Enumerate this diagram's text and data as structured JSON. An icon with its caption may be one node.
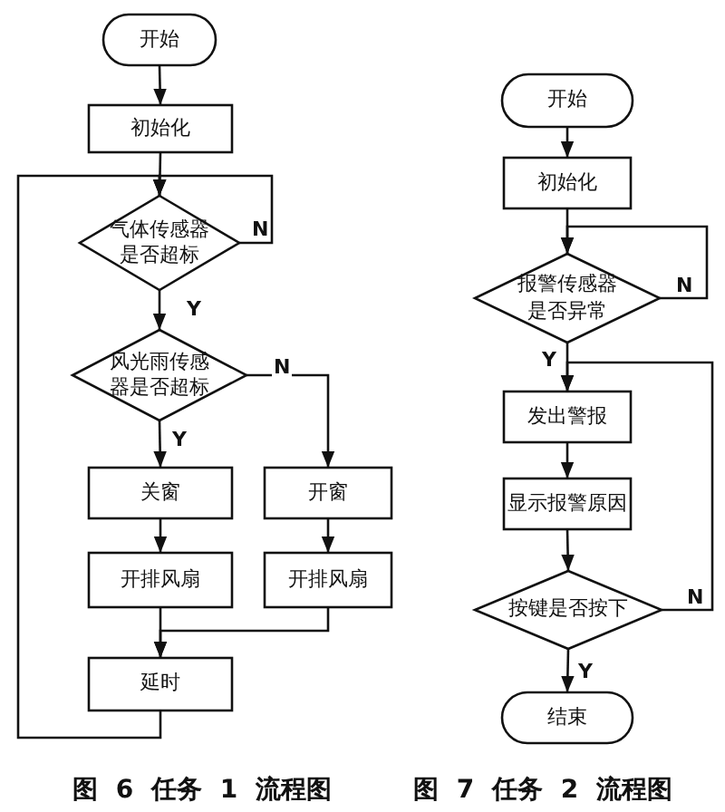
{
  "diagram": {
    "nodes": [
      {
        "text": [
          "开始"
        ]
      },
      {
        "text": [
          "初始化"
        ]
      },
      {
        "text": [
          "气体传感器是否超标"
        ]
      },
      {
        "text": [
          "风光雨传感器是否超标"
        ]
      },
      {
        "text": [
          "关窗"
        ]
      },
      {
        "text": [
          "开窗"
        ]
      },
      {
        "text": [
          "开排风扇"
        ]
      },
      {
        "text": [
          "开排风扇"
        ]
      },
      {
        "text": [
          "延时"
        ]
      },
      {
        "text": [
          "开始"
        ]
      },
      {
        "text": [
          "初始化"
        ]
      },
      {
        "text": [
          "报警传感器是否异常"
        ]
      },
      {
        "text": [
          "发出警报"
        ]
      },
      {
        "text": [
          "显示报警原因"
        ]
      },
      {
        "text": [
          "按键是否按下"
        ]
      },
      {
        "text": [
          "结束"
        ]
      }
    ],
    "edges": [
      {
        "from": 0,
        "to": 1,
        "arrow": "to"
      },
      {
        "from": 1,
        "to": 2,
        "arrow": "to"
      },
      {
        "from": 2,
        "to": 2,
        "arrow": "to",
        "label": "N"
      },
      {
        "from": 2,
        "to": 3,
        "arrow": "to",
        "label": "Y"
      },
      {
        "from": 3,
        "to": 4,
        "arrow": "to",
        "label": "Y"
      },
      {
        "from": 3,
        "to": 5,
        "arrow": "to",
        "label": "N"
      },
      {
        "from": 4,
        "to": 6,
        "arrow": "to"
      },
      {
        "from": 5,
        "to": 7,
        "arrow": "to"
      },
      {
        "from": 6,
        "to": 8,
        "arrow": "to"
      },
      {
        "from": 7,
        "to": 8,
        "arrow": "to"
      },
      {
        "from": 8,
        "to": 2,
        "arrow": "to"
      },
      {
        "from": 9,
        "to": 10,
        "arrow": "to"
      },
      {
        "from": 10,
        "to": 11,
        "arrow": "to"
      },
      {
        "from": 11,
        "to": 11,
        "arrow": "to",
        "label": "N"
      },
      {
        "from": 11,
        "to": 12,
        "arrow": "to",
        "label": "Y"
      },
      {
        "from": 12,
        "to": 13,
        "arrow": "to"
      },
      {
        "from": 13,
        "to": 14,
        "arrow": "to"
      },
      {
        "from": 14,
        "to": 12,
        "arrow": "to",
        "label": "N"
      },
      {
        "from": 14,
        "to": 15,
        "arrow": "to",
        "label": "Y"
      }
    ],
    "labels": [
      "图 6 任务 1 流程图",
      "图 7 任务 2 流程图"
    ]
  }
}
